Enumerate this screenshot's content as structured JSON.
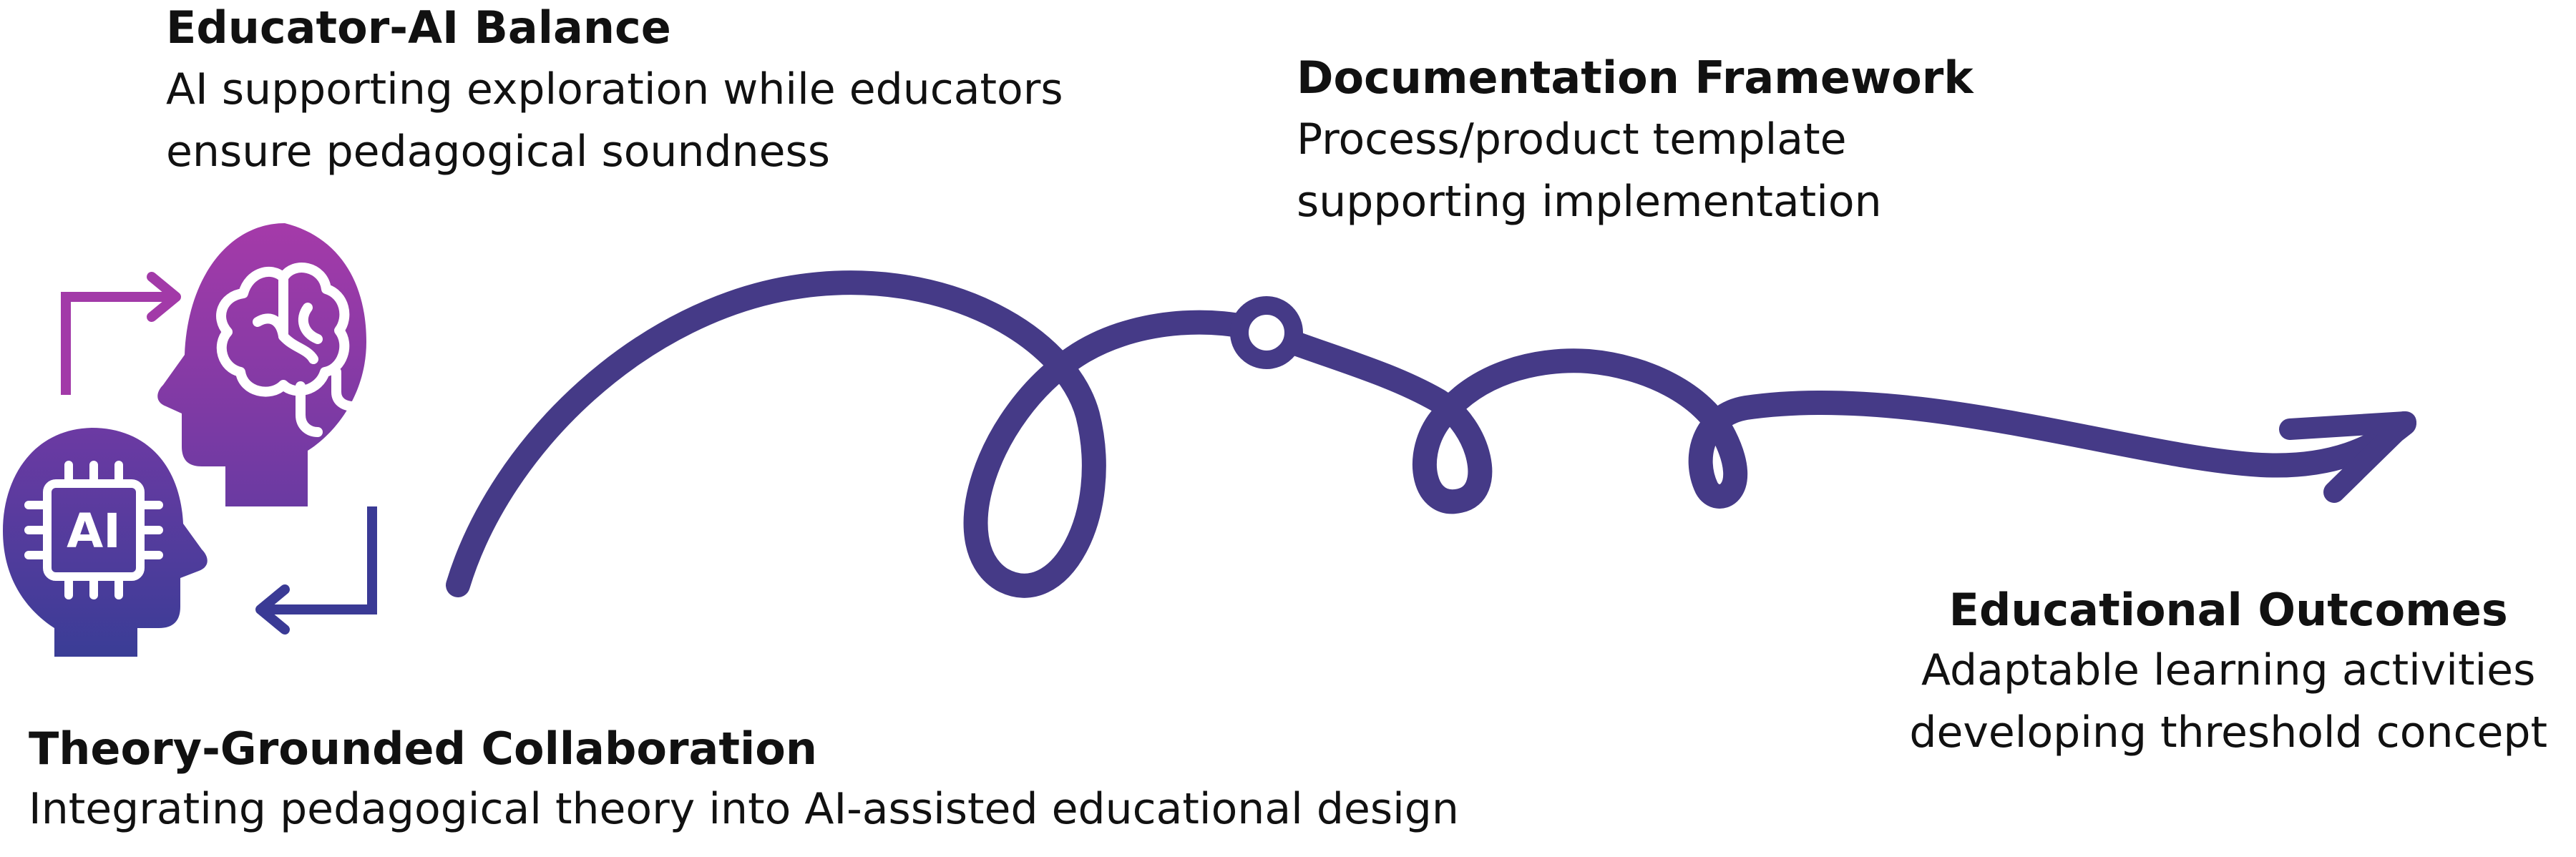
{
  "sections": {
    "educator_ai_balance": {
      "heading": "Educator-AI Balance",
      "lines": [
        "AI supporting exploration while educators",
        "ensure pedagogical soundness"
      ]
    },
    "documentation_framework": {
      "heading": "Documentation Framework",
      "lines": [
        "Process/product template",
        "supporting implementation"
      ]
    },
    "educational_outcomes": {
      "heading": "Educational Outcomes",
      "lines": [
        "Adaptable learning activities",
        "developing threshold concept"
      ]
    },
    "theory_grounded_collaboration": {
      "heading": "Theory-Grounded Collaboration",
      "lines": [
        "Integrating pedagogical theory into AI-assisted educational design"
      ]
    }
  },
  "icons": {
    "ai_chip_label": "AI",
    "brain_head": "brain-head-icon",
    "ai_head": "ai-head-icon"
  },
  "colors": {
    "path": "#453a87",
    "magenta": "#a23aa8",
    "purple": "#6c3aa3",
    "indigo": "#3a3a95"
  }
}
